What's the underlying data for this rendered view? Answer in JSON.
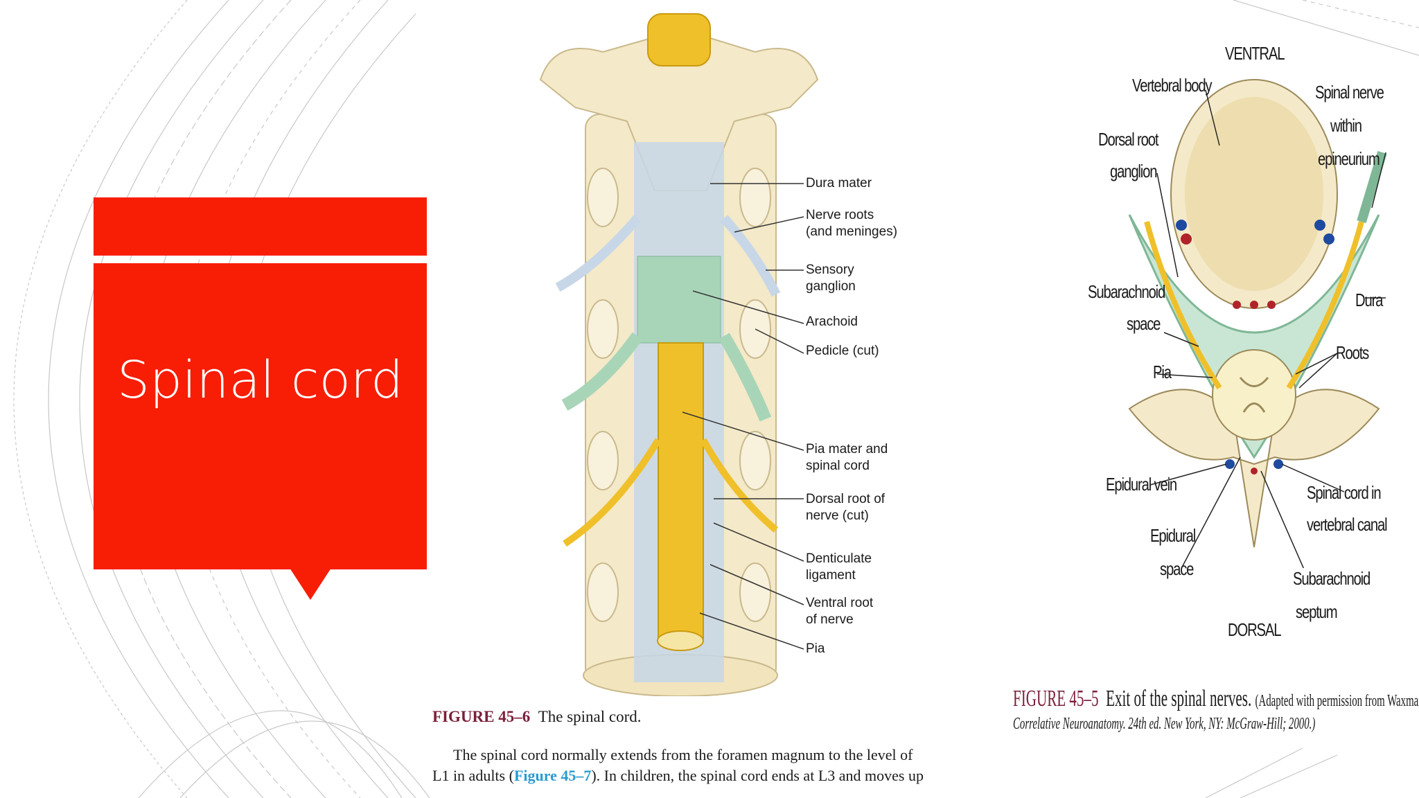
{
  "slide": {
    "title": "Spinal cord",
    "accent": "#f81d05"
  },
  "figure1": {
    "labels": {
      "dura_mater": "Dura mater",
      "nerve_roots": "Nerve roots",
      "nerve_roots_2": "(and meninges)",
      "sensory_ganglion": "Sensory",
      "sensory_ganglion_2": "ganglion",
      "arachoid": "Arachoid",
      "pedicle": "Pedicle (cut)",
      "pia_mater": "Pia mater and",
      "pia_mater_2": "spinal cord",
      "dorsal_root": "Dorsal root of",
      "dorsal_root_2": "nerve (cut)",
      "denticulate": "Denticulate",
      "denticulate_2": "ligament",
      "ventral_root": "Ventral root",
      "ventral_root_2": "of nerve",
      "pia": "Pia"
    },
    "caption_label": "FIGURE 45–6",
    "caption_text": "The spinal cord.",
    "para_line1": "The spinal cord normally extends from the foramen magnum to the level of",
    "para_line2_a": "L1 in adults (",
    "para_link": "Figure 45–7",
    "para_line2_b": "). In children, the spinal cord ends at L3 and moves up"
  },
  "figure2": {
    "labels": {
      "ventral": "VENTRAL",
      "dorsal": "DORSAL",
      "vertebral_body": "Vertebral body",
      "dorsal_root_ganglion": "Dorsal root",
      "dorsal_root_ganglion_2": "ganglion",
      "spinal_nerve": "Spinal nerve",
      "spinal_nerve_2": "within",
      "spinal_nerve_3": "epineurium",
      "subarachnoid_space": "Subarachnoid",
      "subarachnoid_space_2": "space",
      "dura": "Dura",
      "roots": "Roots",
      "pia": "Pia",
      "epidural_vein": "Epidural vein",
      "epidural_space": "Epidural",
      "epidural_space_2": "space",
      "spinal_cord_canal": "Spinal cord in",
      "spinal_cord_canal_2": "vertebral canal",
      "subarachnoid_septum": "Subarachnoid",
      "subarachnoid_septum_2": "septum"
    },
    "caption_label": "FIGURE 45–5",
    "caption_title": "Exit of the spinal nerves.",
    "caption_note": "(Adapted with permission from Waxman SG.",
    "caption_line2": "Correlative Neuroanatomy. 24th ed. New York, NY: McGraw-Hill; 2000.)"
  }
}
